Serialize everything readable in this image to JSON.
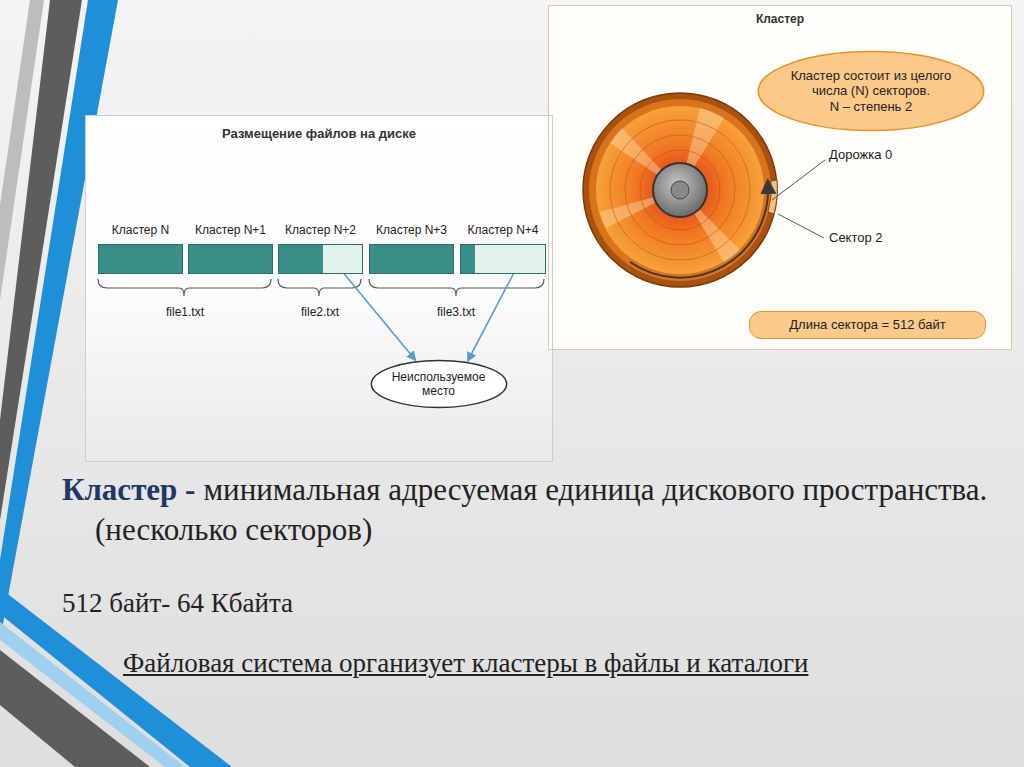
{
  "diagram": {
    "nodes": [
      {
        "text": [
          "Размещение файлов на диске"
        ]
      },
      {
        "text": [
          "Кластер N"
        ],
        "in": 0
      },
      {
        "text": [
          "Кластер N+1"
        ],
        "in": 0
      },
      {
        "text": [
          "Кластер N+2"
        ],
        "in": 0
      },
      {
        "text": [
          "Кластер N+3"
        ],
        "in": 0
      },
      {
        "text": [
          "Кластер N+4"
        ],
        "in": 0
      },
      {
        "text": [
          "Неиспользуемое место"
        ],
        "in": 0
      },
      {
        "text": [
          "Кластер"
        ]
      },
      {
        "text": [
          "Кластер состоит из целого числа (N) секторов.",
          "N – степень 2"
        ],
        "in": 7
      },
      {
        "text": [
          "Длина сектора = 512 байт"
        ],
        "in": 7
      }
    ],
    "edges": [
      {
        "from": 3,
        "to": 6,
        "arrow": "to"
      },
      {
        "from": 5,
        "to": 6,
        "arrow": "to"
      }
    ],
    "labels": [
      "file1.txt",
      "file2.txt",
      "file3.txt",
      "Дорожка 0",
      "Сектор 2",
      "Кластер -",
      "минимальная адресуемая единица дискового пространства. (несколько секторов)",
      "512 байт- 64 Кбайта",
      "Файловая система организует кластеры в файлы и каталоги"
    ]
  }
}
